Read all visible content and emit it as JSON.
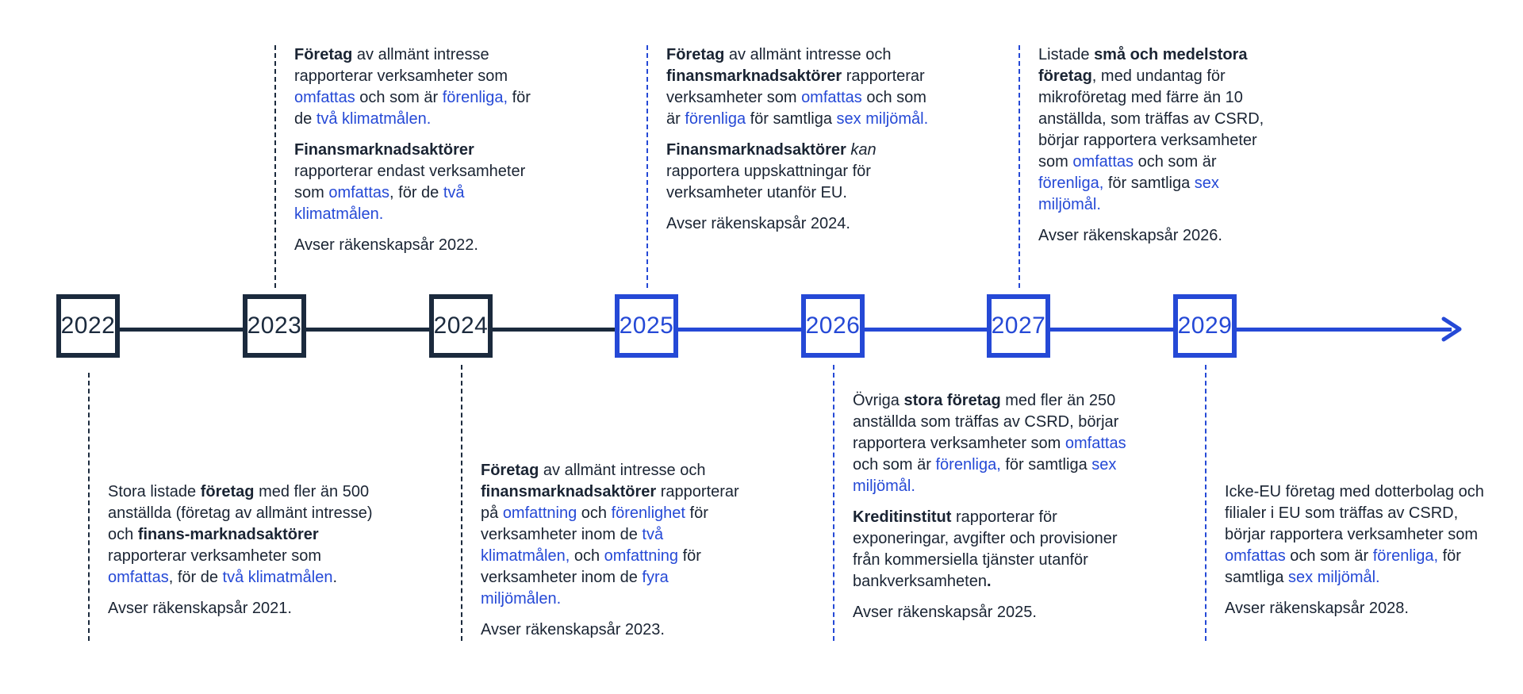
{
  "colors": {
    "past": "#1b2a3d",
    "future": "#2549d6",
    "link_text": "#2549d6"
  },
  "years": [
    "2022",
    "2023",
    "2024",
    "2025",
    "2026",
    "2027",
    "2029"
  ],
  "notes": {
    "y2022": {
      "p1": [
        "Stora listade ",
        "företag",
        " med fler än 500 anställda (företag av allmänt intresse) och ",
        "finans-marknadsaktörer",
        " rapporterar verksamheter som ",
        "omfattas",
        ", för de ",
        "två klimatmålen",
        "."
      ],
      "fiscal": "Avser räkenskapsår 2021."
    },
    "y2023": {
      "p1": [
        "Företag",
        " av allmänt intresse rapporterar verksamheter som ",
        "omfattas",
        " och som är ",
        "förenliga,",
        " för de ",
        "två klimatmålen."
      ],
      "p2": [
        "Finansmarknadsaktörer",
        " rapporterar endast verksamheter som ",
        "omfattas",
        ", för de ",
        "två klimatmålen."
      ],
      "fiscal": "Avser räkenskapsår 2022."
    },
    "y2024": {
      "p1": [
        "Företag",
        " av allmänt intresse och ",
        "finansmarknadsaktörer",
        " rapporterar på ",
        "omfattning",
        " och ",
        "förenlighet",
        " för verksamheter inom de ",
        "två klimatmålen,",
        " och ",
        "omfattning",
        " för verksamheter inom de ",
        "fyra miljömålen."
      ],
      "fiscal": "Avser räkenskapsår 2023."
    },
    "y2025": {
      "p1": [
        "Företag",
        " av allmänt intresse och ",
        "finansmarknadsaktörer",
        " rapporterar verksamheter som ",
        "omfattas",
        " och som är ",
        "förenliga",
        " för samtliga ",
        "sex miljömål."
      ],
      "p2": [
        "Finansmarknadsaktörer",
        " ",
        "kan",
        " rapportera uppskattningar för verksamheter utanför EU."
      ],
      "fiscal": "Avser räkenskapsår 2024."
    },
    "y2026": {
      "p1": [
        "Övriga ",
        "stora företag",
        " med fler än 250 anställda som träffas av CSRD, börjar rapportera verksamheter som ",
        "omfattas",
        " och som är ",
        "förenliga,",
        " för samtliga ",
        "sex miljömål."
      ],
      "p2": [
        "Kreditinstitut",
        " rapporterar för exponeringar, avgifter och provisioner från kommersiella tjänster utanför bankverksamheten",
        "."
      ],
      "fiscal": "Avser räkenskapsår 2025."
    },
    "y2027": {
      "p1": [
        "Listade ",
        "små och medelstora företag",
        ", med undantag för mikroföretag med färre än 10 anställda, som träffas av CSRD, börjar rapportera verksamheter som ",
        "omfattas",
        " och som är ",
        "förenliga,",
        " för samtliga ",
        "sex miljömål."
      ],
      "fiscal": "Avser räkenskapsår 2026."
    },
    "y2029": {
      "p1": [
        "Icke-EU företag med dotterbolag och filialer i EU som träffas av CSRD, börjar rapportera verksamheter som ",
        "omfattas",
        " och som är ",
        "förenliga,",
        " för samtliga ",
        "sex miljömål."
      ],
      "fiscal": "Avser räkenskapsår 2028."
    }
  }
}
